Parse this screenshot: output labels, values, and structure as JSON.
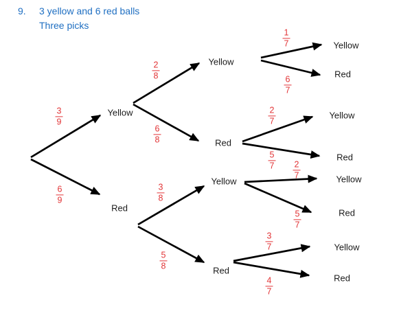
{
  "header": {
    "number": "9.",
    "line1": "3 yellow and 6 red balls",
    "line2": "Three picks"
  },
  "colors": {
    "background": "#ffffff",
    "title": "#1f6fc2",
    "fraction": "#e23537",
    "label": "#1b1b1b",
    "branch": "#000000"
  },
  "tree": {
    "branches": [
      {
        "label": "Yellow",
        "prob": {
          "num": "3",
          "den": "9"
        },
        "branches": [
          {
            "label": "Yellow",
            "prob": {
              "num": "2",
              "den": "8"
            },
            "branches": [
              {
                "label": "Yellow",
                "prob": {
                  "num": "1",
                  "den": "7"
                }
              },
              {
                "label": "Red",
                "prob": {
                  "num": "6",
                  "den": "7"
                }
              }
            ]
          },
          {
            "label": "Red",
            "prob": {
              "num": "6",
              "den": "8"
            },
            "branches": [
              {
                "label": "Yellow",
                "prob": {
                  "num": "2",
                  "den": "7"
                }
              },
              {
                "label": "Red",
                "prob": {
                  "num": "5",
                  "den": "7"
                }
              }
            ]
          }
        ]
      },
      {
        "label": "Red",
        "prob": {
          "num": "6",
          "den": "9"
        },
        "branches": [
          {
            "label": "Yellow",
            "prob": {
              "num": "3",
              "den": "8"
            },
            "branches": [
              {
                "label": "Yellow",
                "prob": {
                  "num": "2",
                  "den": "7"
                }
              },
              {
                "label": "Red",
                "prob": {
                  "num": "5",
                  "den": "7"
                }
              }
            ]
          },
          {
            "label": "Red",
            "prob": {
              "num": "5",
              "den": "8"
            },
            "branches": [
              {
                "label": "Yellow",
                "prob": {
                  "num": "3",
                  "den": "7"
                }
              },
              {
                "label": "Red",
                "prob": {
                  "num": "4",
                  "den": "7"
                }
              }
            ]
          }
        ]
      }
    ]
  }
}
